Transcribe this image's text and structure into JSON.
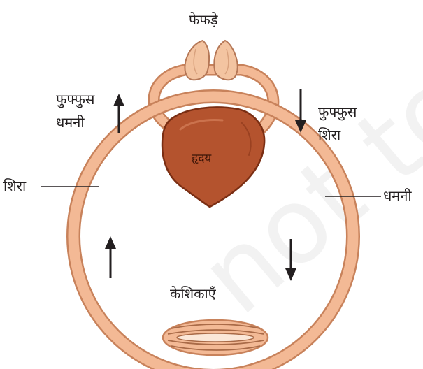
{
  "labels": {
    "lungs": "फेफड़े",
    "pulmonary_artery_line1": "फुफ्फुस",
    "pulmonary_artery_line2": "धमनी",
    "pulmonary_vein_line1": "फुफ्फुस",
    "pulmonary_vein_line2": "शिरा",
    "heart": "हृदय",
    "vein": "शिरा",
    "artery": "धमनी",
    "capillaries": "केशिकाएँ"
  },
  "watermark": "not to be",
  "colors": {
    "vessel_fill": "#f3b995",
    "vessel_stroke": "#c8825b",
    "heart_fill": "#b4532e",
    "heart_stroke": "#7a2e13",
    "lung_fill": "#f3c4a1",
    "text": "#231f20"
  }
}
